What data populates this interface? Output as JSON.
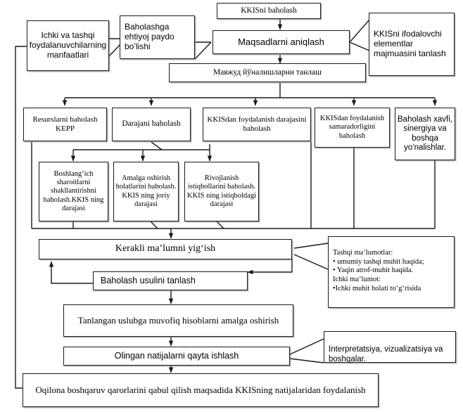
{
  "diagram": {
    "title_box": {
      "label": "KKISni baholash"
    },
    "nodes": {
      "stakeholders": {
        "label": "Ichki va tashqi foydalanuvchilarning manfaatlari"
      },
      "need": {
        "label": "Baholashga ehtiyoj paydo bo’lishi"
      },
      "goals": {
        "label": "Maqsadlarni aniqlash"
      },
      "elements_note": {
        "label": "KKISni ifodalovchi elementlar majmuasini tanlash"
      },
      "directions": {
        "label": "Мавжуд йўналишларни танлаш"
      },
      "branch1": {
        "label": "Resurslarni baholash KEPP"
      },
      "branch2": {
        "label": "Darajani baholash"
      },
      "branch3": {
        "label": "KKISdan foydalanish darajasini baholash"
      },
      "branch4": {
        "label": "KKISdan foydalanish samaradorligini baholash"
      },
      "branch5": {
        "label": "Baholash xavfi, sinergiya va boshqa yo‘nalishlar."
      },
      "sub1": {
        "label": "Boshlang‘ich sharoitlarni shakllantirishni baholash.KKIS ning darajasi"
      },
      "sub2": {
        "label": "Amalga oshirish holatlarini baholash.\nKKIS ning joriy darajasi"
      },
      "sub3": {
        "label": "Rivojlanish istiqbollarini baholash.\nKKIS ning istiqboldagi darajasi"
      },
      "collect": {
        "label": "Kerakli ma’lumni yig‘ish"
      },
      "method": {
        "label": "Baholash usulini tanlash"
      },
      "calc": {
        "label": "Tanlangan uslubga muvofiq hisoblarni amalga oshirish"
      },
      "process": {
        "label": "Olingan natijalarni qayta ishlash"
      },
      "final": {
        "label": "Oqilona boshqaruv qarorlarini qabul qilish maqsadida  KKISning natijalaridan foydalanish"
      }
    },
    "annotations": {
      "info_sources": {
        "label": "Tashqi ma’lumotlar:\n• umumiy tashqi muhit haqida;\n• Yaqin atrof-muhit haqida.\nIchki ma’lumot:\n•Ichki muhit holati to‘g‘risida"
      },
      "interpretation": {
        "label": "Interpretatsiya, vizualizatsiya  va boshqalar."
      }
    },
    "style": {
      "line_color": "#1a1a1a",
      "box_fill": "#ffffff",
      "text_color": "#000000"
    }
  }
}
